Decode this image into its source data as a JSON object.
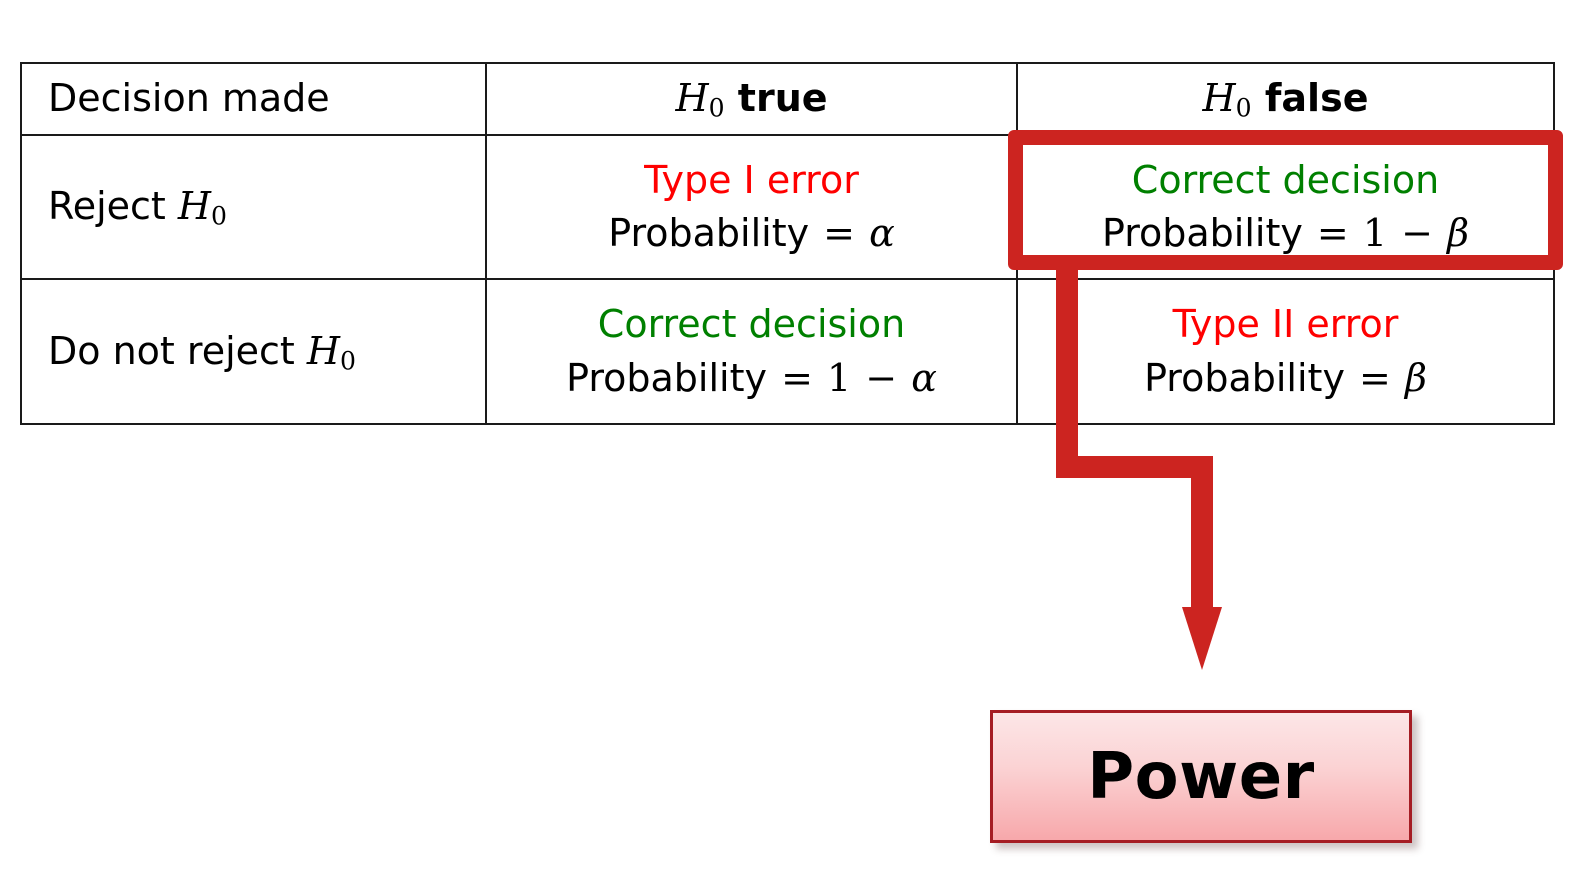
{
  "table": {
    "headers": {
      "decision": "Decision made",
      "h0_true_var": "H",
      "h0_true_sub": "0",
      "h0_true_word": "true",
      "h0_false_var": "H",
      "h0_false_sub": "0",
      "h0_false_word": "false"
    },
    "rows": [
      {
        "label_text": "Reject ",
        "label_var": "H",
        "label_sub": "0",
        "cells": [
          {
            "outcome": "Type I error",
            "outcome_kind": "error",
            "prob_prefix": "Probability",
            "prob_eq": "=",
            "prob_value": "α",
            "prob_full": "Probability = α"
          },
          {
            "outcome": "Correct decision",
            "outcome_kind": "correct",
            "prob_prefix": "Probability",
            "prob_eq": "=",
            "prob_one": "1",
            "prob_minus": "−",
            "prob_value": "β",
            "prob_full": "Probability = 1 − β"
          }
        ]
      },
      {
        "label_text": "Do not reject ",
        "label_var": "H",
        "label_sub": "0",
        "cells": [
          {
            "outcome": "Correct decision",
            "outcome_kind": "correct",
            "prob_prefix": "Probability",
            "prob_eq": "=",
            "prob_one": "1",
            "prob_minus": "−",
            "prob_value": "α",
            "prob_full": "Probability = 1 − α"
          },
          {
            "outcome": "Type II error",
            "outcome_kind": "error",
            "prob_prefix": "Probability",
            "prob_eq": "=",
            "prob_value": "β",
            "prob_full": "Probability = β"
          }
        ]
      }
    ]
  },
  "annotation": {
    "highlight_target": "Reject H0 / H0 false cell",
    "callout_label": "Power",
    "arrow": "elbow-arrow-down"
  },
  "colors": {
    "error_red": "#ff0000",
    "correct_green": "#008000",
    "highlight_red": "#cc2420",
    "callout_border": "#a51d24",
    "callout_fill_top": "#fce6e7",
    "callout_fill_bottom": "#f7a8ab",
    "table_border": "#1a1a1a",
    "text": "#000000",
    "background": "#ffffff"
  }
}
